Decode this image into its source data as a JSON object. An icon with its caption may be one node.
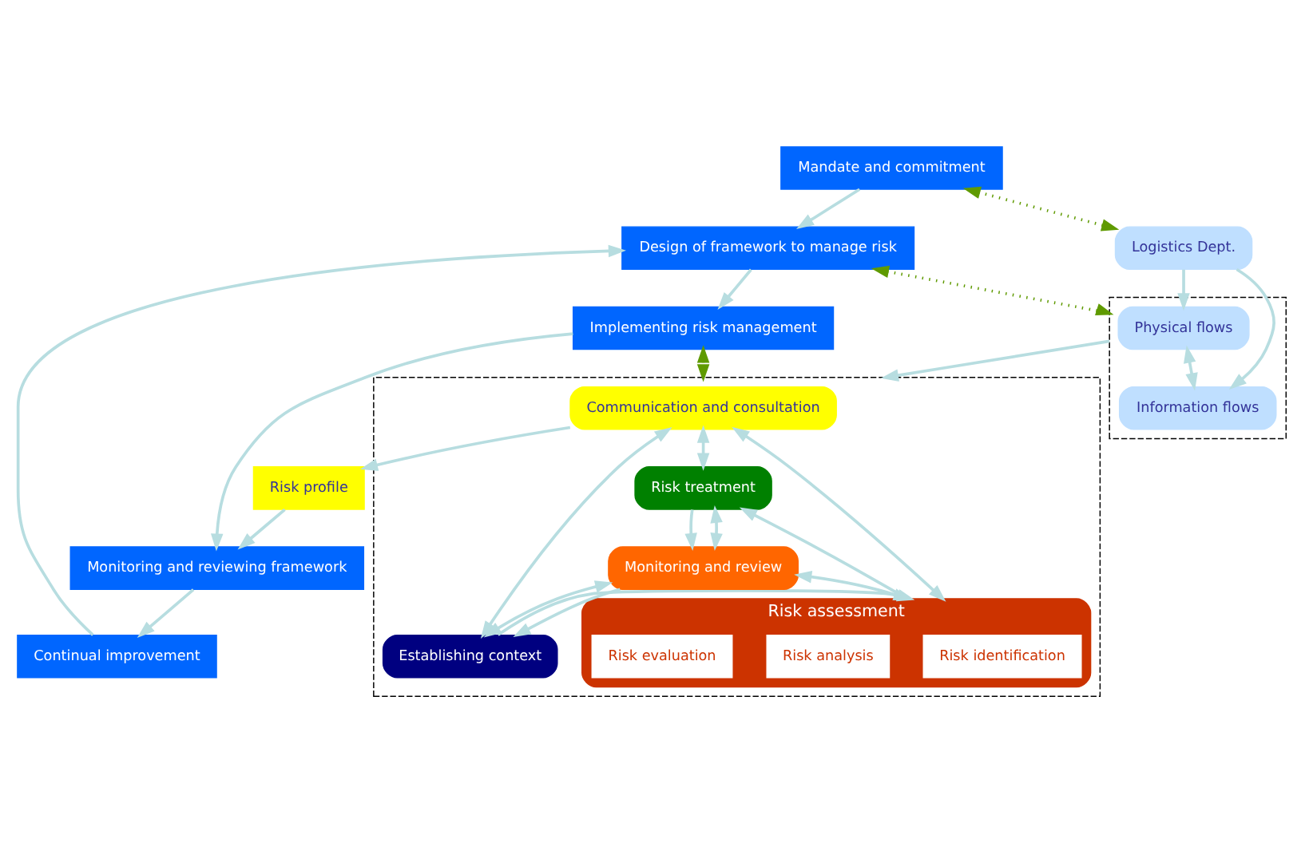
{
  "diagram": {
    "nodes": [
      {
        "text": [
          "Mandate and commitment"
        ]
      },
      {
        "text": [
          "Design of framework to manage risk"
        ]
      },
      {
        "text": [
          "Implementing risk management"
        ]
      },
      {
        "text": [
          "Monitoring and reviewing framework"
        ]
      },
      {
        "text": [
          "Continual improvement"
        ]
      },
      {
        "text": [
          "Logistics Dept."
        ]
      },
      {
        "text": [],
        "shape": "box"
      },
      {
        "text": [
          "Physical flows"
        ],
        "in": 6
      },
      {
        "text": [
          "Information flows"
        ],
        "in": 6
      },
      {
        "text": [],
        "shape": "box"
      },
      {
        "text": [
          "Communication and consultation"
        ],
        "in": 9
      },
      {
        "text": [
          "Establishing context"
        ],
        "in": 9
      },
      {
        "text": [
          "Risk assessment"
        ],
        "in": 9
      },
      {
        "text": [
          "Risk identification"
        ],
        "in": 12
      },
      {
        "text": [
          "Risk analysis"
        ],
        "in": 12
      },
      {
        "text": [
          "Risk evaluation"
        ],
        "in": 12
      },
      {
        "text": [
          "Risk treatment"
        ],
        "in": 9
      },
      {
        "text": [
          "Monitoring and review"
        ],
        "in": 9
      },
      {
        "text": [
          "Risk profile"
        ]
      }
    ],
    "edges": [
      {
        "from": 0,
        "to": 1,
        "arrow": "to"
      },
      {
        "from": 1,
        "to": 2,
        "arrow": "to"
      },
      {
        "from": 2,
        "to": 3,
        "arrow": "to"
      },
      {
        "from": 3,
        "to": 4,
        "arrow": "to"
      },
      {
        "from": 4,
        "to": 1,
        "arrow": "to"
      },
      {
        "from": 0,
        "to": 5,
        "arrow": "both",
        "style": "dashed",
        "color": "#5f9a00"
      },
      {
        "from": 1,
        "to": 6,
        "arrow": "both",
        "style": "dashed",
        "color": "#5f9a00"
      },
      {
        "from": 2,
        "to": 9,
        "arrow": "both",
        "style": "dashed",
        "color": "#5f9a00"
      },
      {
        "from": 5,
        "to": 7,
        "arrow": "to"
      },
      {
        "from": 5,
        "to": 8,
        "arrow": "to"
      },
      {
        "from": 7,
        "to": 8,
        "arrow": "both"
      },
      {
        "from": 6,
        "to": 9,
        "arrow": "to"
      },
      {
        "from": 10,
        "to": 11,
        "arrow": "both"
      },
      {
        "from": 10,
        "to": 12,
        "arrow": "both"
      },
      {
        "from": 10,
        "to": 16,
        "arrow": "both"
      },
      {
        "from": 11,
        "to": 12,
        "arrow": "to"
      },
      {
        "from": 12,
        "to": 16,
        "arrow": "to"
      },
      {
        "from": 17,
        "to": 11,
        "arrow": "both"
      },
      {
        "from": 17,
        "to": 12,
        "arrow": "both"
      },
      {
        "from": 17,
        "to": 16,
        "arrow": "both"
      },
      {
        "from": 17,
        "to": 11,
        "arrow": "to"
      },
      {
        "from": 16,
        "to": 17,
        "arrow": "to"
      },
      {
        "from": 10,
        "to": 18,
        "arrow": "to"
      },
      {
        "from": 18,
        "to": 3,
        "arrow": "to"
      }
    ]
  }
}
